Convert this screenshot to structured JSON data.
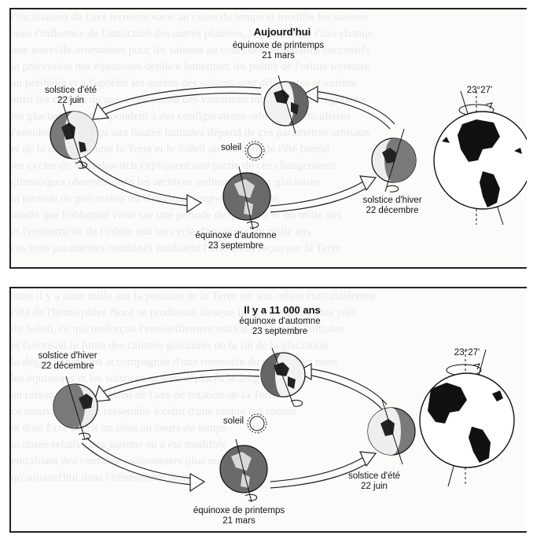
{
  "top": {
    "title": "Aujourd'hui",
    "spring_equinox": {
      "line1": "équinoxe de printemps",
      "line2": "21 mars"
    },
    "summer_solstice": {
      "line1": "solstice d'été",
      "line2": "22 juin"
    },
    "sun": "soleil",
    "winter_solstice": {
      "line1": "solstice d'hiver",
      "line2": "22 décembre"
    },
    "autumn_equinox": {
      "line1": "équinoxe d'automne",
      "line2": "23 septembre"
    },
    "tilt": "23°27'"
  },
  "bottom": {
    "title": "Il y a 11 000 ans",
    "autumn_equinox": {
      "line1": "équinoxe d'automne",
      "line2": "23 septembre"
    },
    "winter_solstice": {
      "line1": "solstice d'hiver",
      "line2": "22 décembre"
    },
    "sun": "soleil",
    "summer_solstice": {
      "line1": "solstice d'été",
      "line2": "22 juin"
    },
    "spring_equinox": {
      "line1": "équinoxe de printemps",
      "line2": "21 mars"
    },
    "tilt": "23°27'"
  },
  "colors": {
    "dark_globe": "#5a5a5a",
    "light_globe": "#f2f2f2",
    "land": "#1a1a1a",
    "line": "#111111"
  }
}
